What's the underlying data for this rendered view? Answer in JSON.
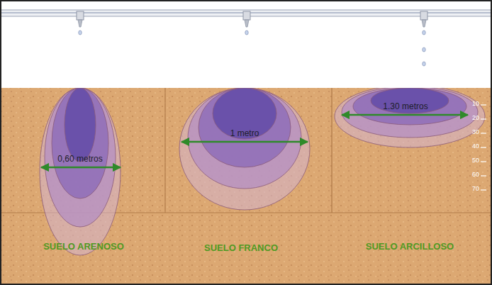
{
  "diagram": {
    "labels": [
      "0,60 metros",
      "1 metro",
      "1.30 metros",
      "10",
      "20",
      "30",
      "40",
      "50",
      "60",
      "70",
      "SUELO ARENOSO",
      "SUELO FRANCO",
      "SUELO ARCILLOSO"
    ]
  }
}
